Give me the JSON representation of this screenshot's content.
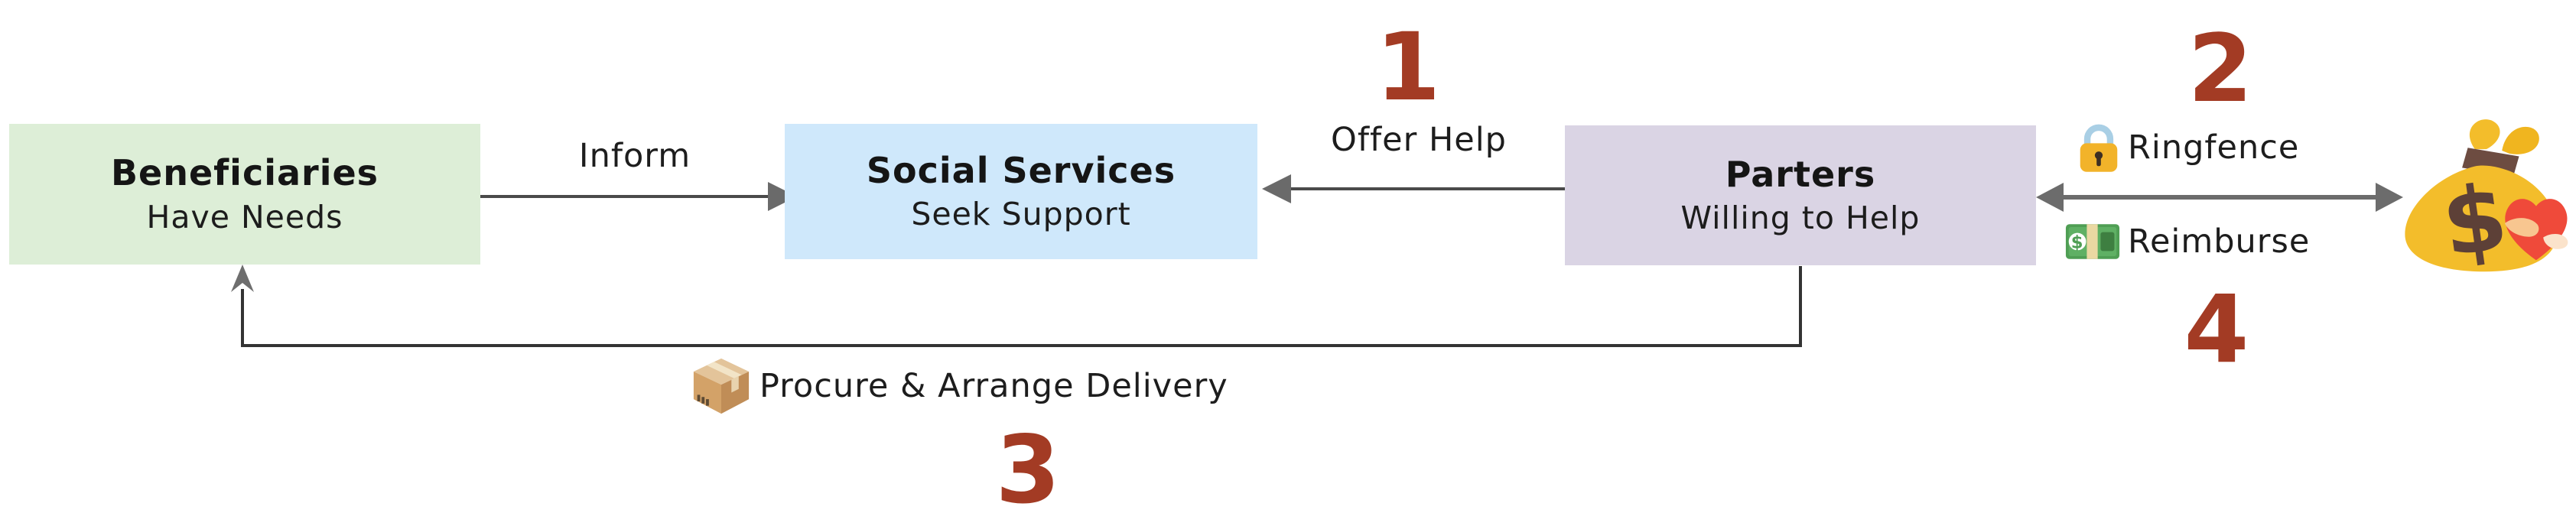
{
  "nodes": {
    "beneficiaries": {
      "title": "Beneficiaries",
      "subtitle": "Have Needs"
    },
    "social_services": {
      "title": "Social Services",
      "subtitle": "Seek Support"
    },
    "partners": {
      "title": "Parters",
      "subtitle": "Willing to Help"
    }
  },
  "edges": {
    "inform": {
      "label": "Inform"
    },
    "offer_help": {
      "label": "Offer Help",
      "step": "1"
    },
    "ringfence": {
      "label": "Ringfence",
      "step": "2",
      "icon": "lock-icon"
    },
    "reimburse": {
      "label": "Reimburse",
      "step": "4",
      "icon": "money-bill-icon"
    },
    "procure": {
      "label": "Procure & Arrange Delivery",
      "step": "3",
      "icon": "package-icon"
    }
  },
  "icons": {
    "lock": "lock-icon",
    "money_bill": "money-bill-icon",
    "package": "package-icon",
    "money_bag": "money-bag-heart-icon",
    "money_bag_symbol": "$"
  },
  "colors": {
    "background": "#ffffff",
    "step_number": "#a33b24",
    "arrow": "#4a4a4a",
    "beneficiaries_fill": "#ddeed7",
    "social_services_fill": "#cfe8fb",
    "partners_fill": "#dad4e4"
  }
}
